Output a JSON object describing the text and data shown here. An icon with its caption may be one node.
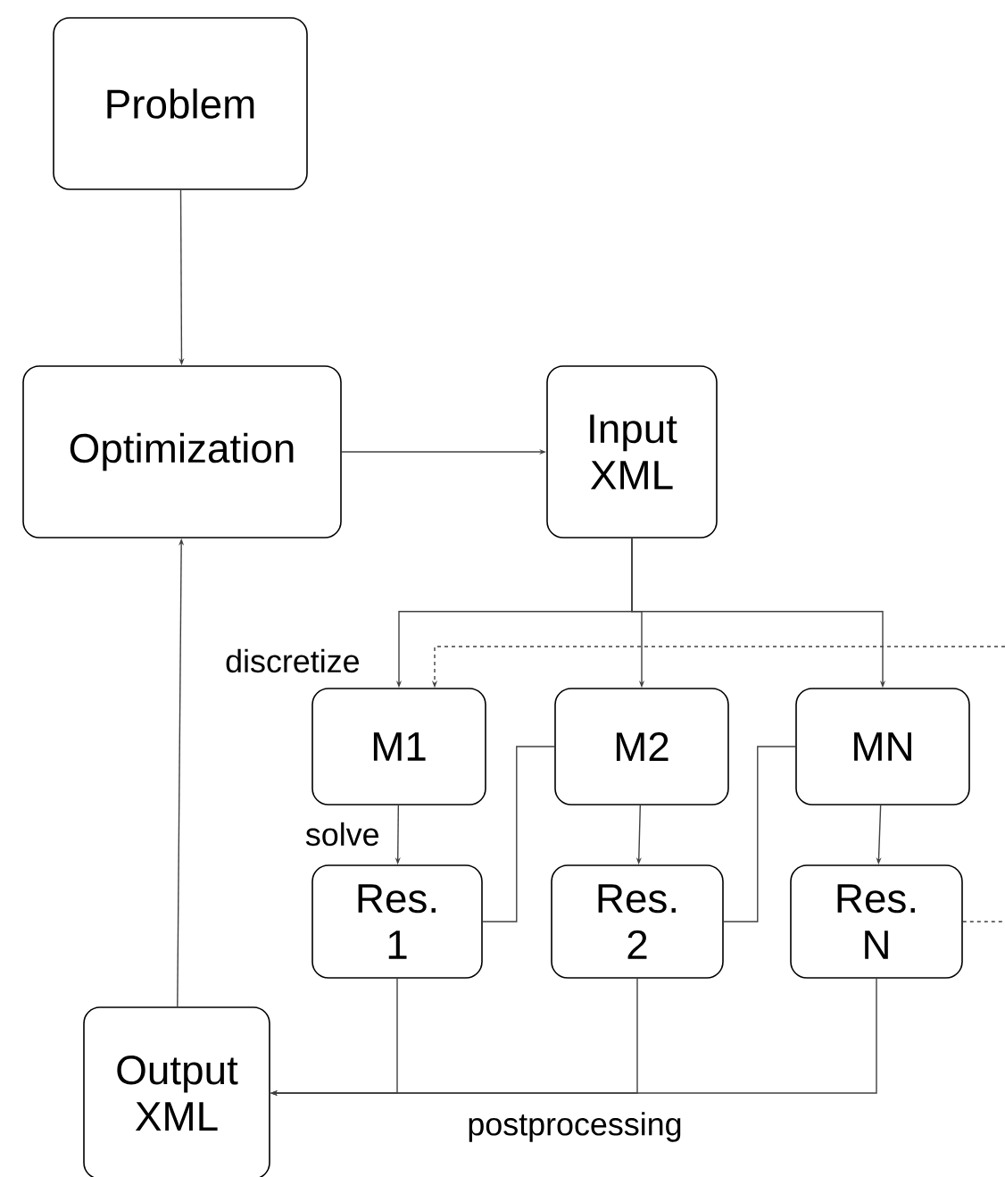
{
  "diagram": {
    "nodes": [
      {
        "text": [
          "Problem"
        ]
      },
      {
        "text": [
          "Optimization"
        ]
      },
      {
        "text": [
          "Input XML"
        ]
      },
      {
        "text": [
          "M1"
        ]
      },
      {
        "text": [
          "M2"
        ]
      },
      {
        "text": [
          "MN"
        ]
      },
      {
        "text": [
          "Res. 1"
        ]
      },
      {
        "text": [
          "Res. 2"
        ]
      },
      {
        "text": [
          "Res. N"
        ]
      },
      {
        "text": [
          "Output XML"
        ]
      }
    ],
    "edges": [
      {
        "from": 0,
        "to": 1,
        "arrow": "to"
      },
      {
        "from": 1,
        "to": 2,
        "arrow": "to"
      },
      {
        "from": 2,
        "to": 3,
        "arrow": "to",
        "label": "discretize"
      },
      {
        "from": 2,
        "to": 4,
        "arrow": "to"
      },
      {
        "from": 2,
        "to": 5,
        "arrow": "to"
      },
      {
        "from": null,
        "to": 3,
        "arrow": "to",
        "style": "dashed"
      },
      {
        "from": 3,
        "to": 6,
        "arrow": "to",
        "label": "solve"
      },
      {
        "from": 4,
        "to": 7,
        "arrow": "to"
      },
      {
        "from": 5,
        "to": 8,
        "arrow": "to"
      },
      {
        "from": 6,
        "to": 4,
        "arrow": "none"
      },
      {
        "from": 7,
        "to": 5,
        "arrow": "none"
      },
      {
        "from": 8,
        "to": null,
        "arrow": "none",
        "style": "dashed"
      },
      {
        "from": 6,
        "to": 9,
        "arrow": "to"
      },
      {
        "from": 7,
        "to": 9,
        "arrow": "to",
        "label": "postprocessing"
      },
      {
        "from": 8,
        "to": 9,
        "arrow": "to"
      },
      {
        "from": 9,
        "to": 1,
        "arrow": "to"
      }
    ]
  }
}
